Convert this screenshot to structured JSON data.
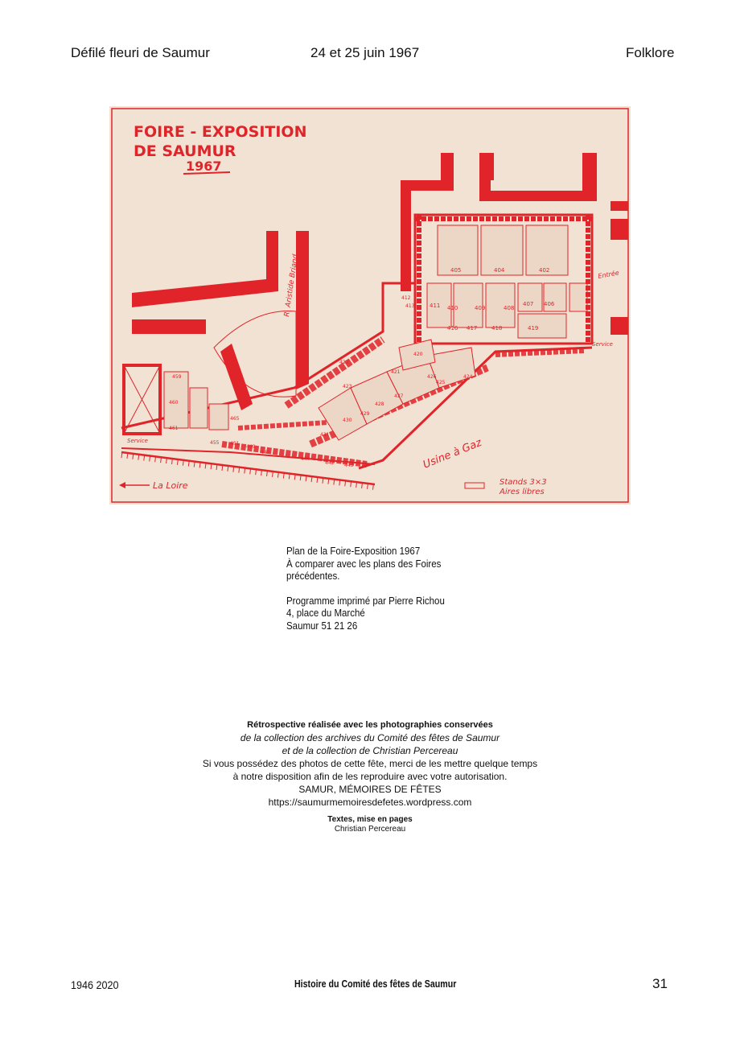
{
  "header": {
    "left": "Défilé fleuri de Saumur",
    "center": "24 et 25 juin 1967",
    "right": "Folklore"
  },
  "plan": {
    "title_line1": "FOIRE - EXPOSITION",
    "title_line2": "DE  SAUMUR",
    "title_line3": "1967",
    "street": "R. Aristide Briand",
    "entree": "Entrée",
    "service_left": "Service",
    "service_right": "Service",
    "river": "La Loire",
    "usine": "Usine à Gaz",
    "legend_stands": "Stands 3×3",
    "legend_aires": "Aires libres",
    "stand_numbers": [
      "405",
      "404",
      "402",
      "412",
      "411",
      "410",
      "409",
      "408",
      "407",
      "406",
      "416",
      "417",
      "418",
      "419",
      "413",
      "420",
      "421",
      "422",
      "423",
      "424",
      "425",
      "426",
      "427",
      "428",
      "429",
      "430",
      "431",
      "440",
      "442",
      "443",
      "445",
      "449",
      "451",
      "455",
      "459",
      "460",
      "461",
      "465"
    ]
  },
  "caption": {
    "line1": "Plan de la Foire-Exposition 1967",
    "line2": "À comparer avec les plans des Foires",
    "line3": "précédentes.",
    "line4": "Programme imprimé par Pierre Richou",
    "line5": "4, place du Marché",
    "line6": "Saumur 51 21 26"
  },
  "credits": {
    "line1": "Rétrospective réalisée avec les photographies conservées",
    "line2": "de la collection des archives du Comité des fêtes de Saumur",
    "line3": "et de la collection de Christian Percereau",
    "line4": "Si vous possédez des photos de cette fête, merci de les mettre quelque temps",
    "line5": "à notre disposition afin de les reproduire avec votre autorisation.",
    "line6": "SAMUR, MÉMOIRES DE FÊTES",
    "line7": "https://saumurmemoiresdefetes.wordpress.com",
    "line8": "Textes, mise en pages",
    "line9": "Christian Percereau"
  },
  "footer": {
    "left": "1946   2020",
    "center": "Histoire du Comité des fêtes de Saumur",
    "right": "31"
  },
  "colors": {
    "plan_red": "#e0242a",
    "plan_paper": "#f1e2d3"
  }
}
